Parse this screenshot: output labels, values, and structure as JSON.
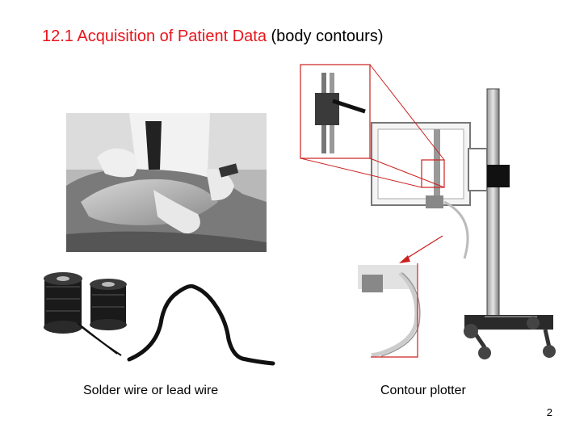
{
  "slide": {
    "title_red": "12.1 Acquisition of Patient Data",
    "title_black": " (body contours)",
    "caption_left": "Solder wire or lead wire",
    "caption_right": "Contour plotter",
    "page_number": "2"
  },
  "colors": {
    "accent_red": "#e8141c",
    "callout_line": "#cc2020",
    "wire": "#111111"
  },
  "icons": [
    "patient-photo",
    "wire-spools",
    "wire-contour",
    "contour-plotter",
    "zoom-callout"
  ]
}
